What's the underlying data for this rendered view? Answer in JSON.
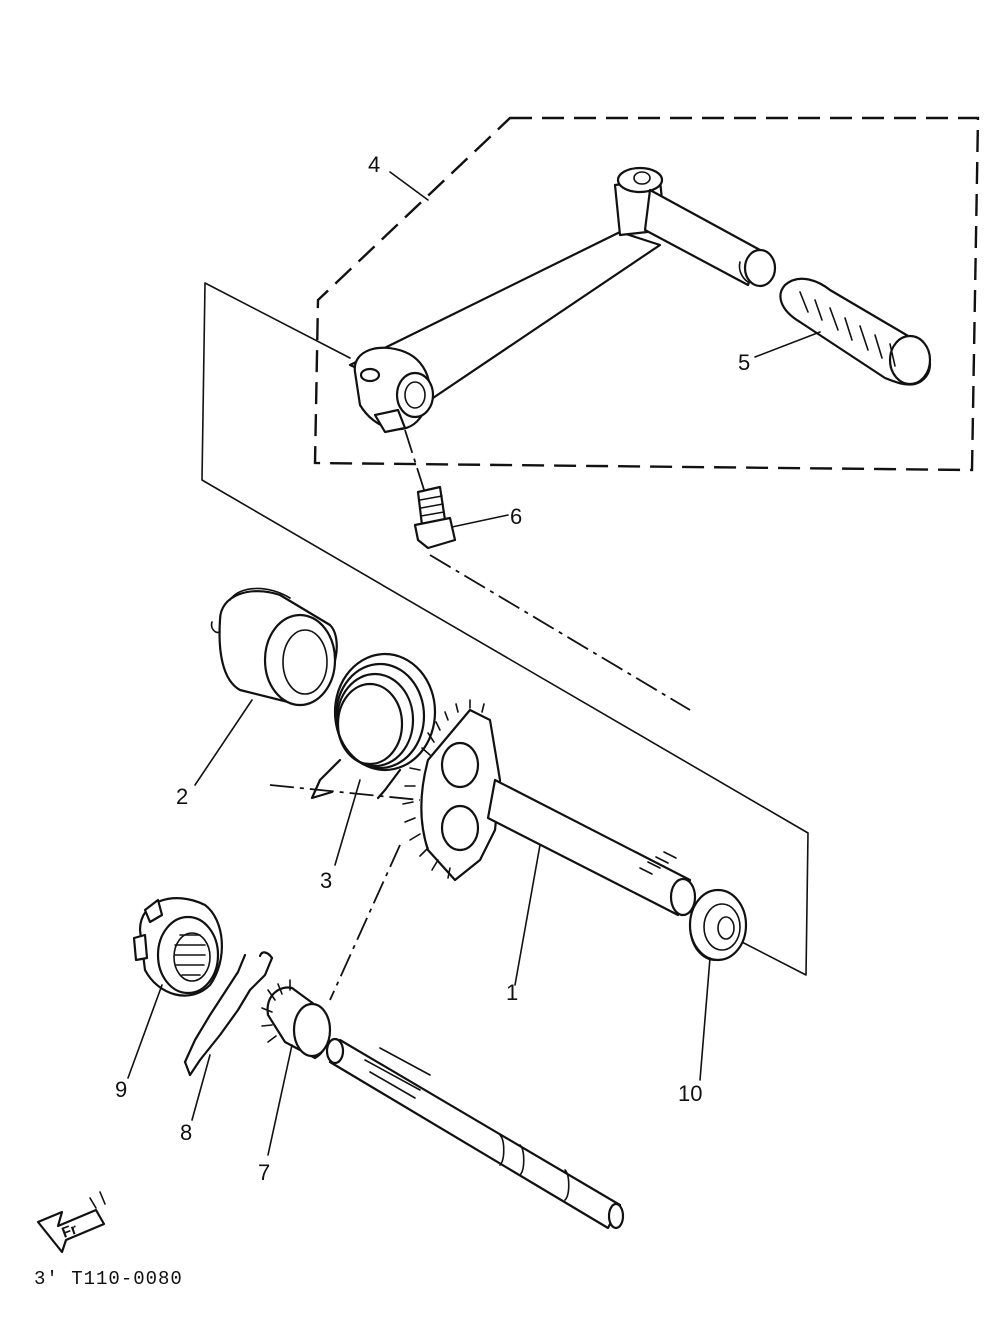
{
  "callouts": [
    {
      "id": "1",
      "label": "1"
    },
    {
      "id": "2",
      "label": "2"
    },
    {
      "id": "3",
      "label": "3"
    },
    {
      "id": "4",
      "label": "4"
    },
    {
      "id": "5",
      "label": "5"
    },
    {
      "id": "6",
      "label": "6"
    },
    {
      "id": "7",
      "label": "7"
    },
    {
      "id": "8",
      "label": "8"
    },
    {
      "id": "9",
      "label": "9"
    },
    {
      "id": "10",
      "label": "10"
    }
  ],
  "front_arrow_label": "Fr",
  "diagram_code": "3′ T110-0080",
  "icons": [
    "front-arrow-icon"
  ]
}
